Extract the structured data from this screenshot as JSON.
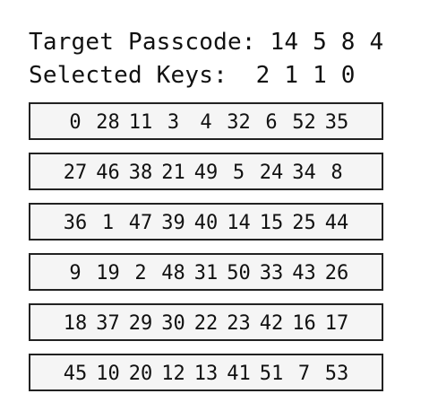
{
  "header": {
    "target_label": "Target Passcode:",
    "target_digits": "14 5 8 4",
    "selected_label": "Selected Keys:",
    "selected_digits": "2 1 1 0"
  },
  "keypad": {
    "rows": [
      [
        "0",
        "28",
        "11",
        "3",
        "4",
        "32",
        "6",
        "52",
        "35"
      ],
      [
        "27",
        "46",
        "38",
        "21",
        "49",
        "5",
        "24",
        "34",
        "8"
      ],
      [
        "36",
        "1",
        "47",
        "39",
        "40",
        "14",
        "15",
        "25",
        "44"
      ],
      [
        "9",
        "19",
        "2",
        "48",
        "31",
        "50",
        "33",
        "43",
        "26"
      ],
      [
        "18",
        "37",
        "29",
        "30",
        "22",
        "23",
        "42",
        "16",
        "17"
      ],
      [
        "45",
        "10",
        "20",
        "12",
        "13",
        "41",
        "51",
        "7",
        "53"
      ]
    ]
  }
}
